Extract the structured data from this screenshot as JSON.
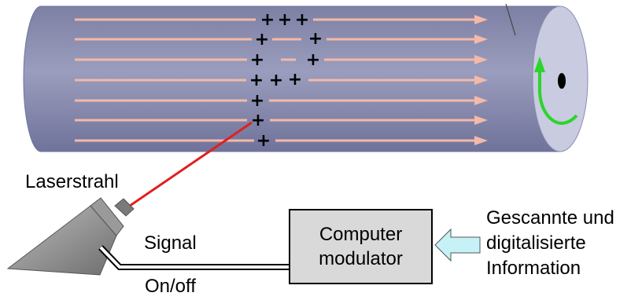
{
  "labels": {
    "laser": "Laserstrahl",
    "signal": "Signal",
    "onoff": "On/off",
    "computer_line1": "Computer",
    "computer_line2": "modulator",
    "info_line1": "Gescannte und",
    "info_line2": "digitalisierte",
    "info_line3": "Information"
  },
  "colors": {
    "drum_body": "#8f92b3",
    "drum_end": "#c9cbe0",
    "arrows": "#f4b9a8",
    "laser_beam": "#e02020",
    "rotation_arrow": "#2ad62a",
    "computer_box": "#d9d9d9",
    "input_arrow": "#c6f2f7",
    "laser_device": "#8a8a8a"
  },
  "charge_marks": "+"
}
